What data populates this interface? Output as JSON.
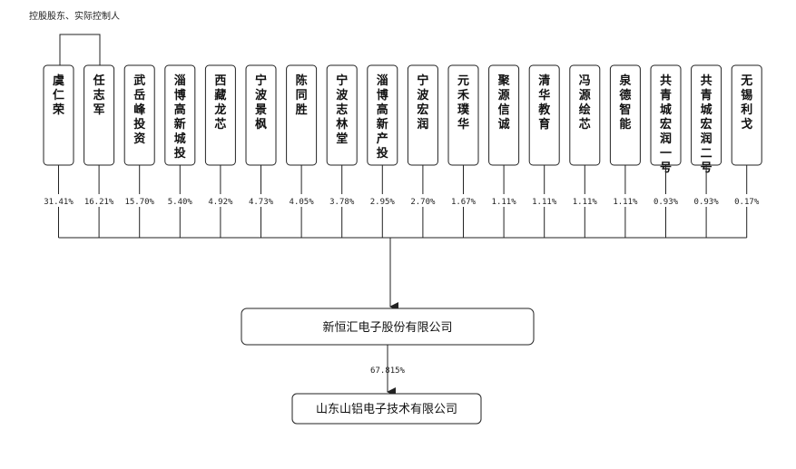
{
  "top_label": "控股股东、实际控制人",
  "shareholders": [
    {
      "name": "虞仁荣",
      "pct": "31.41%"
    },
    {
      "name": "任志军",
      "pct": "16.21%"
    },
    {
      "name": "武岳峰投资",
      "pct": "15.70%"
    },
    {
      "name": "淄博高新城投",
      "pct": "5.40%"
    },
    {
      "name": "西藏龙芯",
      "pct": "4.92%"
    },
    {
      "name": "宁波景枫",
      "pct": "4.73%"
    },
    {
      "name": "陈同胜",
      "pct": "4.05%"
    },
    {
      "name": "宁波志林堂",
      "pct": "3.78%"
    },
    {
      "name": "淄博高新产投",
      "pct": "2.95%"
    },
    {
      "name": "宁波宏润",
      "pct": "2.70%"
    },
    {
      "name": "元禾璞华",
      "pct": "1.67%"
    },
    {
      "name": "聚源信诚",
      "pct": "1.11%"
    },
    {
      "name": "清华教育",
      "pct": "1.11%"
    },
    {
      "name": "冯源绘芯",
      "pct": "1.11%"
    },
    {
      "name": "泉德智能",
      "pct": "1.11%"
    },
    {
      "name": "共青城宏润一号",
      "pct": "0.93%"
    },
    {
      "name": "共青城宏润二号",
      "pct": "0.93%"
    },
    {
      "name": "无锡利戈",
      "pct": "0.17%"
    }
  ],
  "parent_company": "新恒汇电子股份有限公司",
  "subsidiary_pct": "67.815%",
  "subsidiary_company": "山东山铝电子技术有限公司"
}
